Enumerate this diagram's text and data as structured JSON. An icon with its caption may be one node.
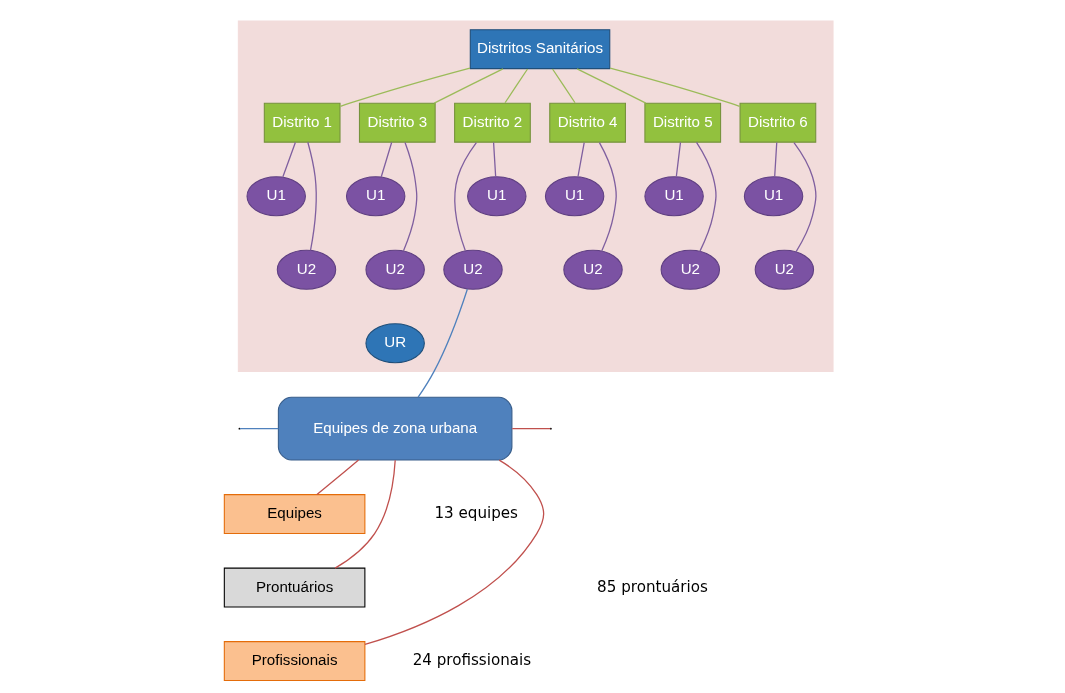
{
  "diagram": {
    "nodes": [
      {
        "text": [],
        "shape": "box"
      },
      {
        "text": [
          "Distritos Sanitários"
        ],
        "in": 0
      },
      {
        "text": [
          "Distrito 1"
        ],
        "in": 0
      },
      {
        "text": [
          "Distrito 2"
        ],
        "in": 0
      },
      {
        "text": [
          "Distrito 3"
        ],
        "in": 0
      },
      {
        "text": [
          "Distrito 4"
        ],
        "in": 0
      },
      {
        "text": [
          "Distrito 5"
        ],
        "in": 0
      },
      {
        "text": [
          "Distrito 6"
        ],
        "in": 0
      },
      {
        "text": [
          "U1"
        ],
        "in": 0
      },
      {
        "text": [
          "U1"
        ],
        "in": 0
      },
      {
        "text": [
          "U1"
        ],
        "in": 0
      },
      {
        "text": [
          "U1"
        ],
        "in": 0
      },
      {
        "text": [
          "U1"
        ],
        "in": 0
      },
      {
        "text": [
          "U1"
        ],
        "in": 0
      },
      {
        "text": [
          "U2"
        ],
        "in": 0
      },
      {
        "text": [
          "U2"
        ],
        "in": 0
      },
      {
        "text": [
          "U2"
        ],
        "in": 0
      },
      {
        "text": [
          "U2"
        ],
        "in": 0
      },
      {
        "text": [
          "U2"
        ],
        "in": 0
      },
      {
        "text": [
          "U2"
        ],
        "in": 0
      },
      {
        "text": [
          "UR"
        ],
        "in": 0
      },
      {
        "text": [
          "Equipes de zona urbana"
        ]
      },
      {
        "text": [
          "Equipes"
        ]
      },
      {
        "text": [
          "Prontuários"
        ]
      },
      {
        "text": [
          "Profissionais"
        ]
      }
    ],
    "edges": [
      {
        "from": 1,
        "to": 2,
        "arrow": "none",
        "color": "#9bbb59"
      },
      {
        "from": 1,
        "to": 3,
        "arrow": "none",
        "color": "#9bbb59"
      },
      {
        "from": 1,
        "to": 4,
        "arrow": "none",
        "color": "#9bbb59"
      },
      {
        "from": 1,
        "to": 5,
        "arrow": "none",
        "color": "#9bbb59"
      },
      {
        "from": 1,
        "to": 6,
        "arrow": "none",
        "color": "#9bbb59"
      },
      {
        "from": 1,
        "to": 7,
        "arrow": "none",
        "color": "#9bbb59"
      },
      {
        "from": 2,
        "to": 8,
        "arrow": "none"
      },
      {
        "from": 2,
        "to": 14,
        "arrow": "none"
      },
      {
        "from": 3,
        "to": 9,
        "arrow": "none"
      },
      {
        "from": 3,
        "to": 15,
        "arrow": "none"
      },
      {
        "from": 4,
        "to": 10,
        "arrow": "none"
      },
      {
        "from": 4,
        "to": 16,
        "arrow": "none"
      },
      {
        "from": 5,
        "to": 11,
        "arrow": "none"
      },
      {
        "from": 5,
        "to": 17,
        "arrow": "none"
      },
      {
        "from": 6,
        "to": 12,
        "arrow": "none"
      },
      {
        "from": 6,
        "to": 18,
        "arrow": "none"
      },
      {
        "from": 7,
        "to": 13,
        "arrow": "none"
      },
      {
        "from": 7,
        "to": 19,
        "arrow": "none"
      },
      {
        "from": 21,
        "to": 15,
        "arrow": "none",
        "color": "#4f81bd"
      },
      {
        "from": 21,
        "to": null,
        "arrow": "none",
        "color": "#4f81bd"
      },
      {
        "from": 21,
        "to": 22,
        "arrow": "none",
        "color": "#c0504d"
      },
      {
        "from": 21,
        "to": 23,
        "arrow": "none",
        "color": "#c0504d"
      },
      {
        "from": 21,
        "to": 24,
        "arrow": "none",
        "color": "#c0504d"
      },
      {
        "from": 21,
        "to": null,
        "arrow": "none",
        "color": "#c0504d"
      }
    ],
    "labels": [
      "13 equipes",
      "85 prontuários",
      "24 profissionais"
    ]
  }
}
